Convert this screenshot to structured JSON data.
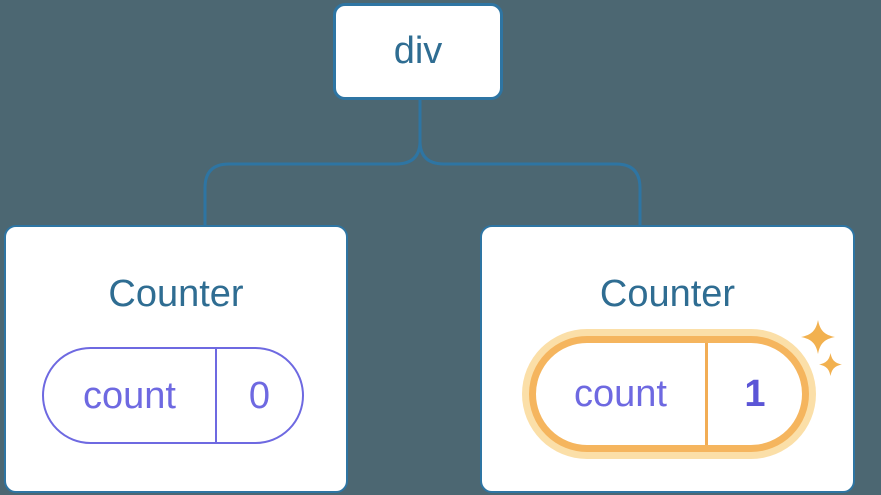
{
  "diagram": {
    "root": {
      "label": "div"
    },
    "children": [
      {
        "title": "Counter",
        "state": {
          "key": "count",
          "value": "0"
        },
        "highlighted": false
      },
      {
        "title": "Counter",
        "state": {
          "key": "count",
          "value": "1"
        },
        "highlighted": true,
        "badge_icon": "sparkles-icon"
      }
    ]
  },
  "colors": {
    "background": "#4C6772",
    "node_border_blue": "#2E75A3",
    "node_text_blue": "#2F6D92",
    "card_background": "#FFFFFF",
    "state_purple": "#6E69E1",
    "state_value_bold_purple": "#5B55D6",
    "highlight_ring_orange": "#F5B55E",
    "highlight_glow_peach": "#FBDFA8",
    "highlight_divider_orange": "#F2AD55",
    "sparkle_orange": "#F2B14F"
  }
}
